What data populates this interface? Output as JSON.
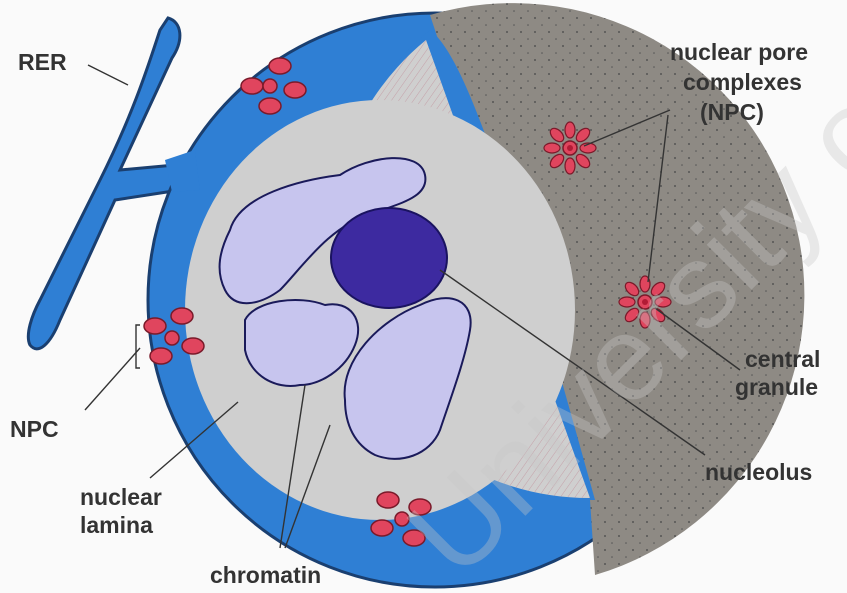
{
  "labels": {
    "rer": "RER",
    "npc_left": "NPC",
    "nuclear_lamina_line1": "nuclear",
    "nuclear_lamina_line2": "lamina",
    "chromatin": "chromatin",
    "npc_right_line1": "nuclear pore",
    "npc_right_line2": "complexes",
    "npc_right_line3": "(NPC)",
    "central_granule_line1": "central",
    "central_granule_line2": "granule",
    "nucleolus": "nucleolus"
  },
  "watermark": "University of Cape",
  "colors": {
    "envelope_blue": "#2f7fd4",
    "envelope_dark": "#1d5fa8",
    "nucleoplasm": "#cfcfcf",
    "surface": "#8e8a84",
    "pore": "#e0455e",
    "chromatin": "#c7c5ee",
    "nucleolus": "#3d2aa0",
    "lamina": "#c98a95"
  }
}
